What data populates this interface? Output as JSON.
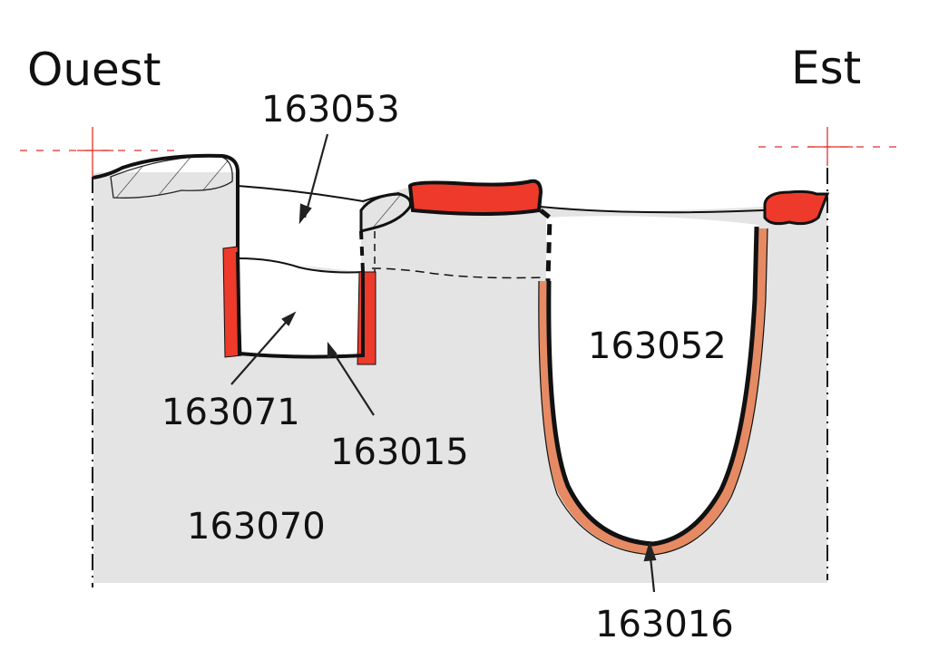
{
  "diagram": {
    "type": "archaeological-section",
    "orientation": {
      "left": "Ouest",
      "right": "Est"
    },
    "labels": {
      "upper_fill": "163053",
      "pit_fill": "163052",
      "lower_fill": "163071",
      "cut": "163015",
      "natural": "163070",
      "pit_lining": "163016"
    },
    "colors": {
      "natural_soil": "#e4e4e4",
      "burnt_red": "#ee3a2a",
      "lining_orange": "#e58a63",
      "datum_red": "#e0322a",
      "ink": "#111111",
      "fill_white": "#ffffff"
    }
  }
}
